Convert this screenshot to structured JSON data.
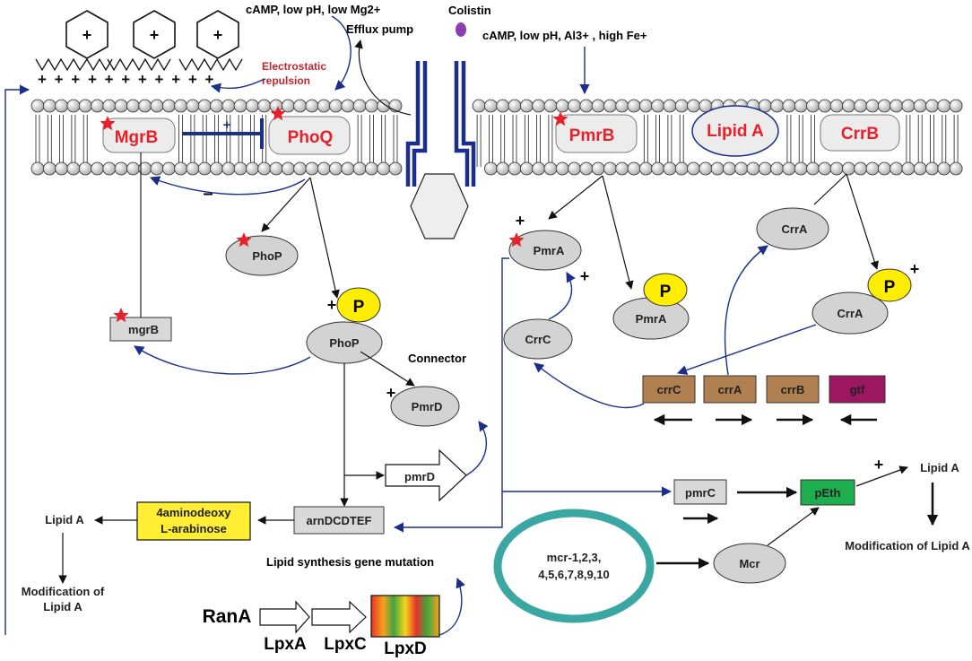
{
  "colors": {
    "blue_arrow": "#1b2e8a",
    "star": "#e8202a",
    "membrane_label": "#e8202a",
    "node_fill": "#d3d3d3",
    "phospho_fill": "#ffee00",
    "operon_brown": "#b08050",
    "gtf_fill": "#9c1660",
    "peth_fill": "#1fae4e",
    "arabinose_fill": "#ffee33",
    "plasmid_ring": "#3aa7a3",
    "colistin_dot": "#8a3fb0"
  },
  "stimuli": {
    "phoq_signals": "cAMP, low pH, low Mg2+",
    "pmrb_signals": "cAMP, low pH, Al3+ , high Fe+",
    "colistin": "Colistin",
    "efflux_pump": "Efflux pump",
    "electrostatic_line1": "Electrostatic",
    "electrostatic_line2": "repulsion"
  },
  "lps": {
    "hexagon_symbol": "+",
    "charges_row1": "+ + + + + + + + + + +",
    "charges_row2": "+ + +",
    "charges_row3": "+ +"
  },
  "membrane": {
    "mgrB": "MgrB",
    "phoQ": "PhoQ",
    "pmrB": "PmrB",
    "lipidA": "Lipid A",
    "crrB": "CrrB"
  },
  "signs": {
    "plus": "+",
    "minus": "–"
  },
  "nodes": {
    "phoP": "PhoP",
    "phoP_p": "PhoP",
    "phosphate": "P",
    "mgrB_gene": "mgrB",
    "connector": "Connector",
    "pmrD": "PmrD",
    "pmrD_gene": "pmrD",
    "arn": "arnDCDTEF",
    "arabinose_line1": "4aminodeoxy",
    "arabinose_line2": "L-arabinose",
    "lipidA_left": "Lipid A",
    "modification_left_line1": "Modification of",
    "modification_left_line2": "Lipid A",
    "pmrA": "PmrA",
    "pmrA_p": "PmrA",
    "crrA": "CrrA",
    "crrA_p": "CrrA",
    "crrC": "CrrC",
    "operon": [
      "crrC",
      "crrA",
      "crrB",
      "gtf"
    ],
    "pmrC": "pmrC",
    "pEth": "pEth",
    "lipidA_right": "Lipid A",
    "modification_right": "Modification of Lipid A",
    "mcr_plasmid_line1": "mcr-1,2,3,",
    "mcr_plasmid_line2": "4,5,6,7,8,9,10",
    "mcr": "Mcr",
    "lipid_synthesis": "Lipid synthesis gene mutation",
    "ranA": "RanA",
    "lpxA": "LpxA",
    "lpxC": "LpxC",
    "lpxD": "LpxD"
  }
}
